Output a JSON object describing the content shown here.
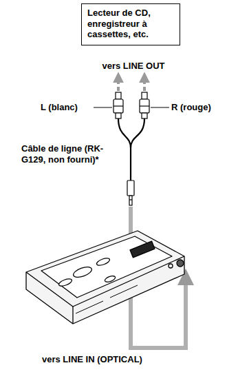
{
  "diagram": {
    "nodes": [
      {
        "text": [
          "Lecteur de CD, enregistreur à cassettes, etc."
        ]
      }
    ],
    "labels": [
      "vers LINE OUT",
      "L (blanc)",
      "R (rouge)",
      "Câble de ligne (RK-G129, non fourni)*",
      "vers LINE IN (OPTICAL)"
    ]
  }
}
